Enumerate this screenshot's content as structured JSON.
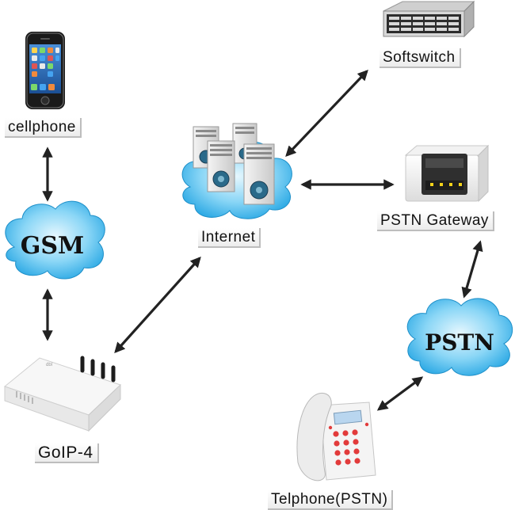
{
  "nodes": {
    "cellphone": {
      "label": "cellphone"
    },
    "gsm": {
      "label": "GSM"
    },
    "goip": {
      "label": "GoIP-4",
      "brand_mark": "dbl"
    },
    "internet": {
      "label": "Internet"
    },
    "softswitch": {
      "label": "Softswitch"
    },
    "pstn_gateway": {
      "label": "PSTN Gateway"
    },
    "pstn": {
      "label": "PSTN"
    },
    "telephone": {
      "label": "Telphone(PSTN)"
    }
  },
  "colors": {
    "cloud_fill": "#5ec3ef",
    "cloud_light": "#d6f1fc",
    "arrow": "#222222"
  }
}
